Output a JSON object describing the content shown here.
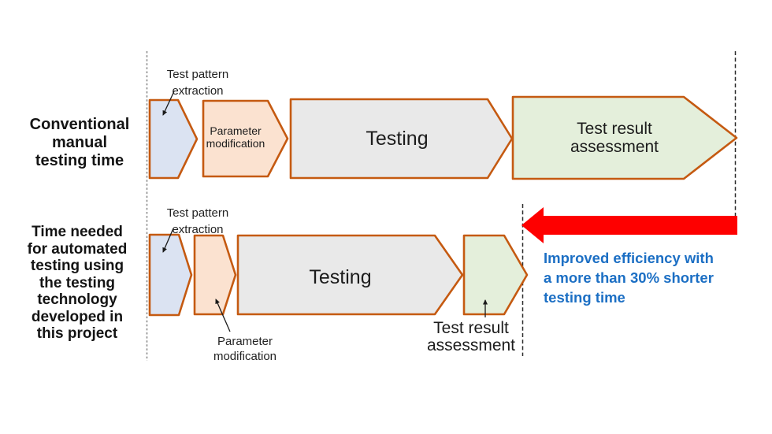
{
  "colors": {
    "shape_border": "#c55a11",
    "fill_test_pattern": "#dbe3f2",
    "fill_parameter": "#fbe2d0",
    "fill_testing": "#e9e9e9",
    "fill_assessment": "#e4efdb",
    "red_arrow": "#fe0000",
    "callout_text": "#1c6fc4"
  },
  "row_top": {
    "label": "Conventional\nmanual\ntesting time",
    "test_pattern_annotation": "Test pattern\nextraction",
    "parameter_step": "Parameter\nmodification",
    "testing_step": "Testing",
    "assessment_step": "Test result\nassessment"
  },
  "row_bottom": {
    "label": "Time needed\nfor automated\ntesting using\nthe testing\ntechnology\ndeveloped in\nthis project",
    "test_pattern_annotation": "Test pattern\nextraction",
    "parameter_annotation": "Parameter\nmodification",
    "testing_step": "Testing",
    "assessment_annotation": "Test result\nassessment"
  },
  "callout": {
    "text": "Improved efficiency with\na more than 30% shorter\ntesting time"
  }
}
